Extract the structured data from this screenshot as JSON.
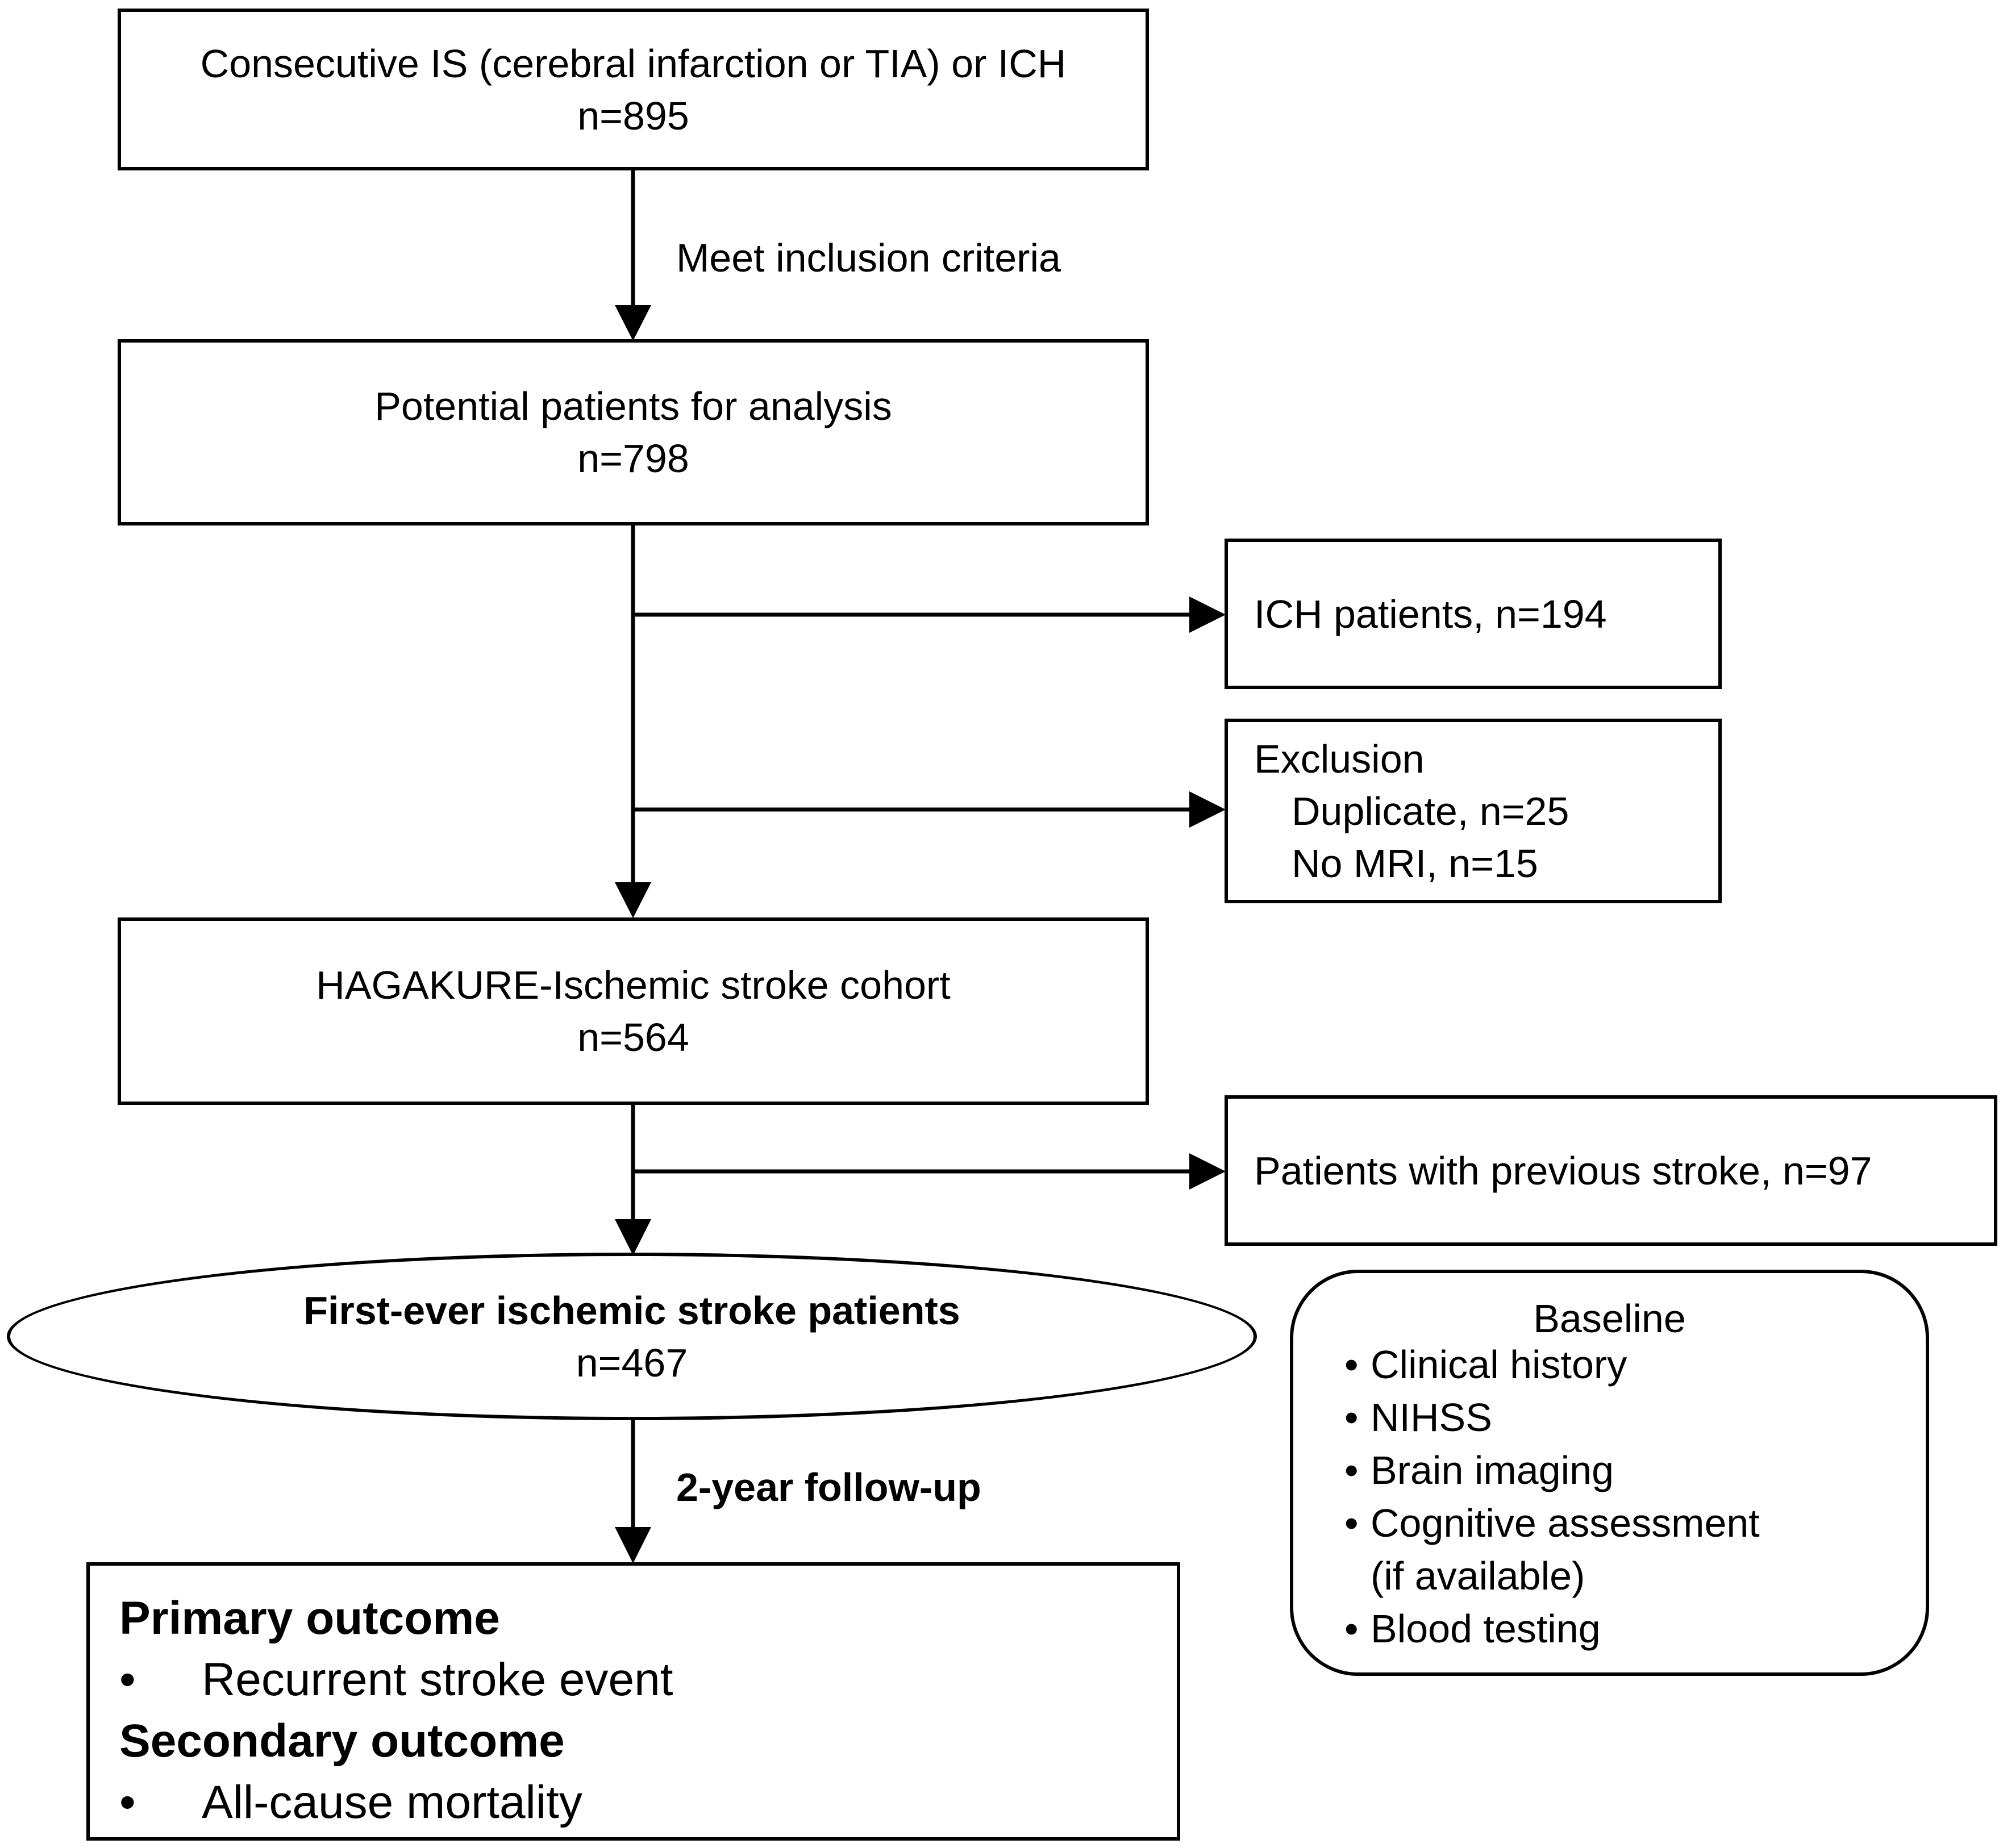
{
  "nodes": {
    "consecutive": {
      "title": "Consecutive IS (cerebral infarction or TIA) or ICH",
      "count": "n=895"
    },
    "potential": {
      "title": "Potential patients for analysis",
      "count": "n=798"
    },
    "ich": {
      "text": "ICH patients, n=194"
    },
    "exclusion": {
      "title": "Exclusion",
      "items": [
        "Duplicate, n=25",
        "No MRI, n=15"
      ]
    },
    "cohort": {
      "title": "HAGAKURE-Ischemic stroke cohort",
      "count": "n=564"
    },
    "previous": {
      "text": "Patients with previous stroke, n=97"
    },
    "first_ever": {
      "title": "First-ever ischemic stroke patients",
      "count": "n=467"
    },
    "baseline": {
      "title": "Baseline",
      "items": [
        "Clinical history",
        "NIHSS",
        "Brain imaging",
        "Cognitive assessment",
        "(if available)",
        "Blood testing"
      ]
    },
    "outcomes": {
      "primary_heading": "Primary outcome",
      "primary_item": "Recurrent stroke event",
      "secondary_heading": "Secondary outcome",
      "secondary_item": "All-cause mortality"
    }
  },
  "edges": {
    "inclusion_label": "Meet inclusion criteria",
    "followup_label": "2-year follow-up"
  },
  "bullet": "•",
  "colors": {
    "stroke": "#000000",
    "background": "#ffffff"
  }
}
